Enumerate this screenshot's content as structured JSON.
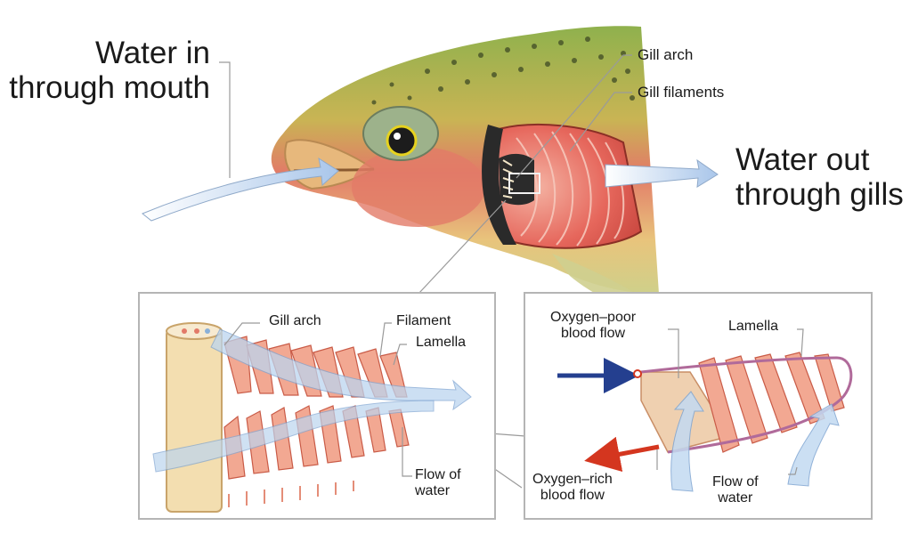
{
  "labels": {
    "water_in": [
      "Water in",
      "through mouth"
    ],
    "water_out": [
      "Water out",
      "through gills"
    ],
    "gill_arch_top": "Gill arch",
    "gill_filaments": "Gill filaments",
    "panel_left": {
      "gill_arch": "Gill arch",
      "filament": "Filament",
      "lamella": "Lamella",
      "flow_of_water": [
        "Flow of",
        "water"
      ]
    },
    "panel_right": {
      "oxygen_poor": [
        "Oxygen–poor",
        "blood flow"
      ],
      "lamella": "Lamella",
      "oxygen_rich": [
        "Oxygen–rich",
        "blood flow"
      ],
      "flow_of_water": [
        "Flow of",
        "water"
      ]
    }
  },
  "colors": {
    "fish_back": "#7ea84a",
    "fish_cheek": "#e0736a",
    "fish_belly": "#e7c77d",
    "gill_red": "#e2574e",
    "water_arrow": "#cfe0f3",
    "oxygen_poor_arrow": "#243f8f",
    "oxygen_rich_arrow": "#d4361f",
    "panel_border": "#b5b5b5",
    "arch_fill": "#f3deb0"
  }
}
